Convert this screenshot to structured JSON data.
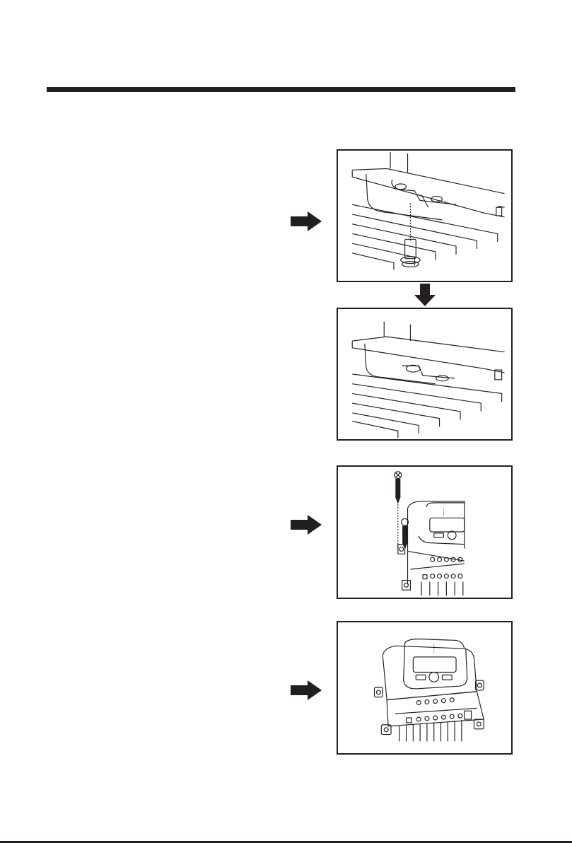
{
  "colors": {
    "line": "#231f20",
    "arrow": "#231f20",
    "background": "#ffffff"
  },
  "icons": [
    "arrow-right-icon",
    "arrow-down-icon"
  ],
  "illustrations": [
    "heatsink-bracket-with-bolt",
    "heatsink-bracket-mounted",
    "controller-with-screws",
    "controller-mounted"
  ]
}
